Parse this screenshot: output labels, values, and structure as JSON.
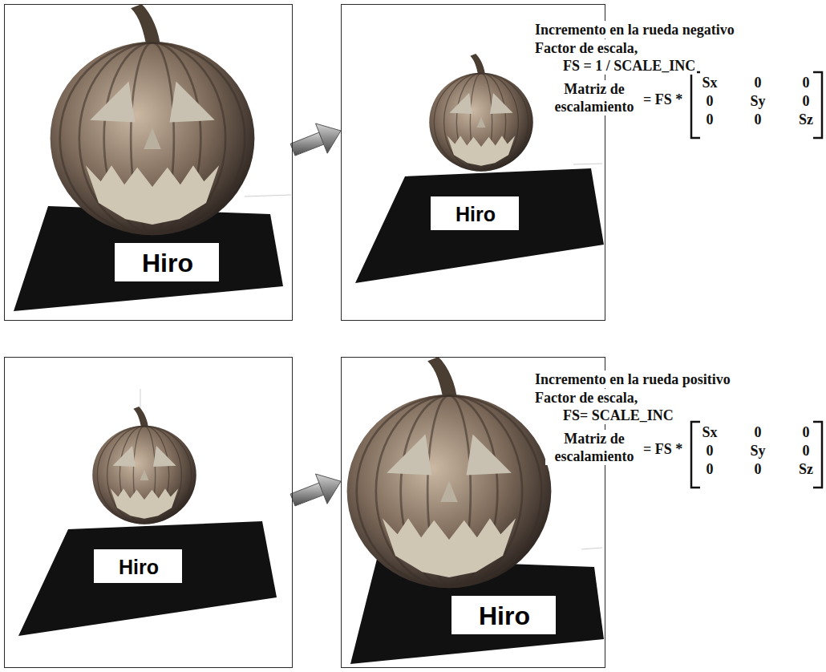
{
  "diagram": {
    "nodes": [
      {
        "text": [
          "Hiro"
        ]
      },
      {
        "text": [
          "Hiro"
        ]
      },
      {
        "text": [
          "Hiro"
        ]
      },
      {
        "text": [
          "Hiro"
        ]
      }
    ],
    "edges": [
      {
        "from": 0,
        "to": 1,
        "arrow": "to"
      },
      {
        "from": 2,
        "to": 3,
        "arrow": "to"
      }
    ],
    "labels": [
      "Incremento en la rueda negativo",
      "Factor de escala,",
      "FS = 1 / SCALE_INC",
      "Matriz de escalamiento",
      "= FS *",
      "Sx",
      "0",
      "0",
      "0",
      "Sy",
      "0",
      "0",
      "0",
      "Sz",
      "Incremento en la rueda positivo",
      "Factor de escala,",
      "FS= SCALE_INC",
      "Matriz de escalamiento",
      "= FS *",
      "Sx",
      "0",
      "0",
      "0",
      "Sy",
      "0",
      "0",
      "0",
      "Sz"
    ]
  }
}
